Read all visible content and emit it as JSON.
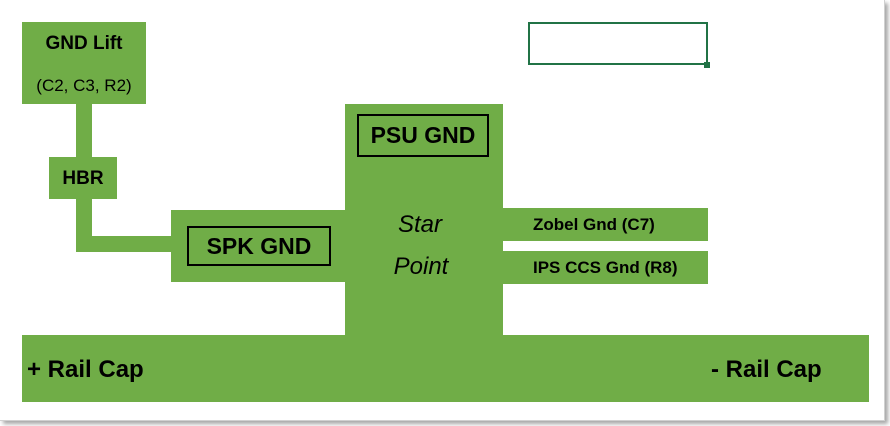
{
  "diagram": {
    "gnd_lift": {
      "title": "GND Lift",
      "subtitle": "(C2, C3, R2)"
    },
    "hbr": {
      "label": "HBR"
    },
    "spk_gnd": {
      "label": "SPK GND"
    },
    "psu_gnd": {
      "label": "PSU GND"
    },
    "star_point": {
      "line1": "Star",
      "line2": "Point"
    },
    "zobel": {
      "label": "Zobel Gnd (C7)"
    },
    "ips_ccs": {
      "label": "IPS CCS Gnd (R8)"
    },
    "rail_plus": {
      "label": "+ Rail Cap"
    },
    "rail_minus": {
      "label": "- Rail Cap"
    }
  },
  "colors": {
    "fill": "#70ad47",
    "selection": "#217346",
    "text": "#000000"
  }
}
